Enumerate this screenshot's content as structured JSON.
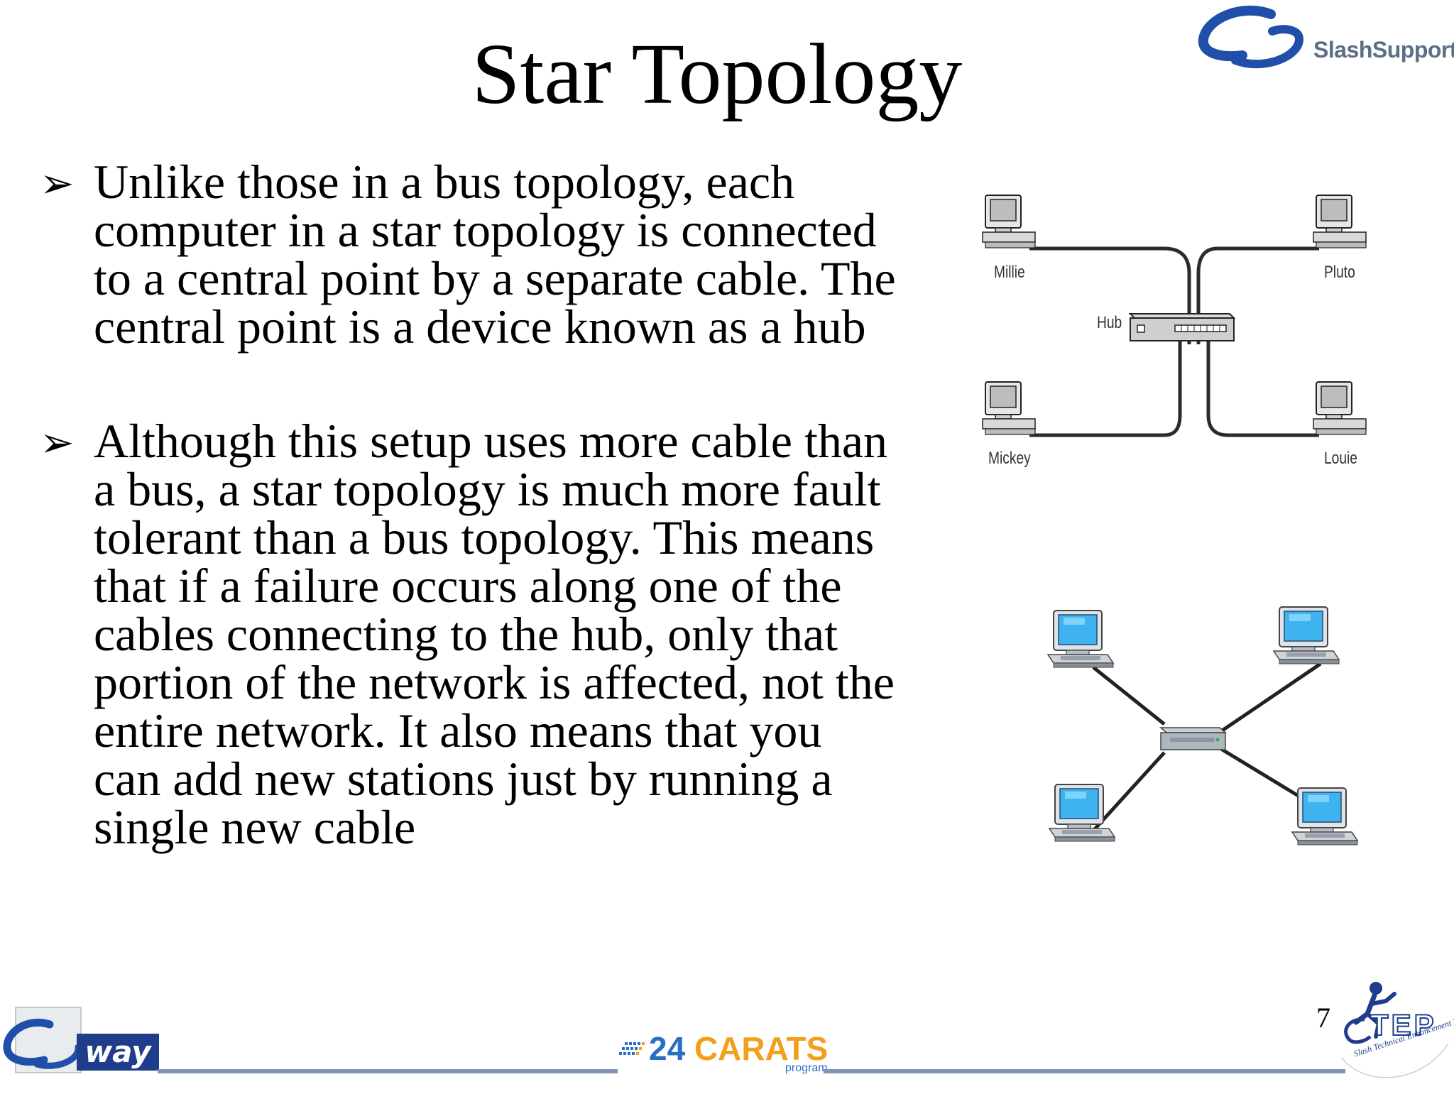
{
  "slide": {
    "title": "Star Topology",
    "page_number": "7"
  },
  "bullets": [
    {
      "lines": [
        "Unlike those in a bus topology, each",
        "computer in a star topology is connected",
        "to a central point by a separate cable. The",
        "central point is a device known as a hub"
      ]
    },
    {
      "lines": [
        "Although this setup uses more cable than",
        "a bus, a star topology is much more fault",
        "tolerant than a bus topology. This means",
        "that if a failure occurs along one of the",
        "cables connecting to the hub, only that",
        "portion of the network is affected, not the",
        "entire network. It also means that you",
        "can add new stations just by running a",
        "single new cable"
      ]
    }
  ],
  "diagram_top": {
    "hub_label": "Hub",
    "computers": [
      "Millie",
      "Pluto",
      "Mickey",
      "Louie"
    ]
  },
  "logos": {
    "top_right": "SlashSupport",
    "bottom_left": "way",
    "bottom_center_number": "24",
    "bottom_center_word": "CARATS",
    "bottom_center_sub": "program",
    "bottom_right": "TEP",
    "bottom_right_arc": "Slash Technical Enhancement Program"
  },
  "colors": {
    "footer_line": "#7e94b8",
    "brand_blue": "#1f3d8a",
    "carats_orange": "#f2a01c",
    "carats_blue": "#2a6fc4"
  }
}
